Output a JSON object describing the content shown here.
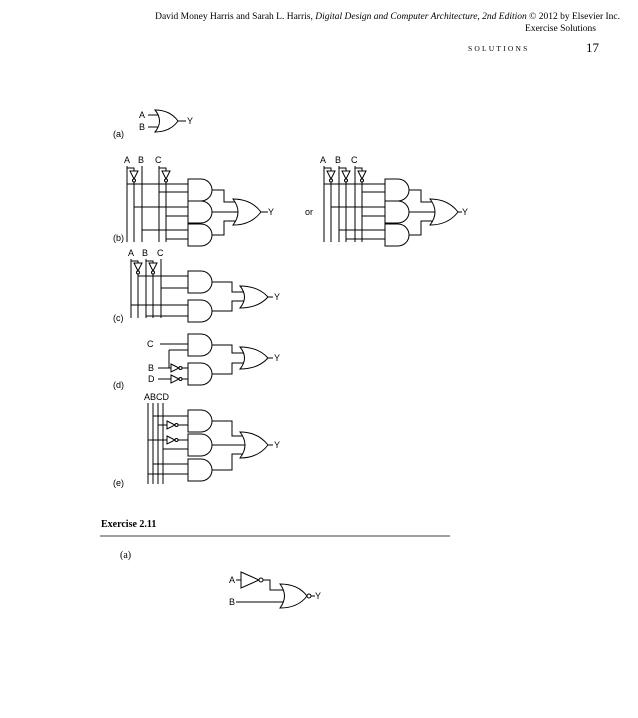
{
  "header": {
    "authors": "David Money Harris and Sarah L. Harris, ",
    "book_title": "Digital Design and Computer Architecture, 2nd Edition",
    "copyright": " © 2012 by Elsevier Inc.",
    "subtitle": "Exercise Solutions",
    "section": "SOLUTIONS",
    "page_number": "17"
  },
  "exercise": {
    "title": "Exercise 2.11"
  },
  "parts": {
    "a": "(a)",
    "b": "(b)",
    "c": "(c)",
    "d": "(d)",
    "e": "(e)",
    "ex_a": "(a)"
  },
  "signals": {
    "A": "A",
    "B": "B",
    "C": "C",
    "D": "D",
    "Y": "Y",
    "ABCD": "ABCD"
  },
  "connector": "or"
}
